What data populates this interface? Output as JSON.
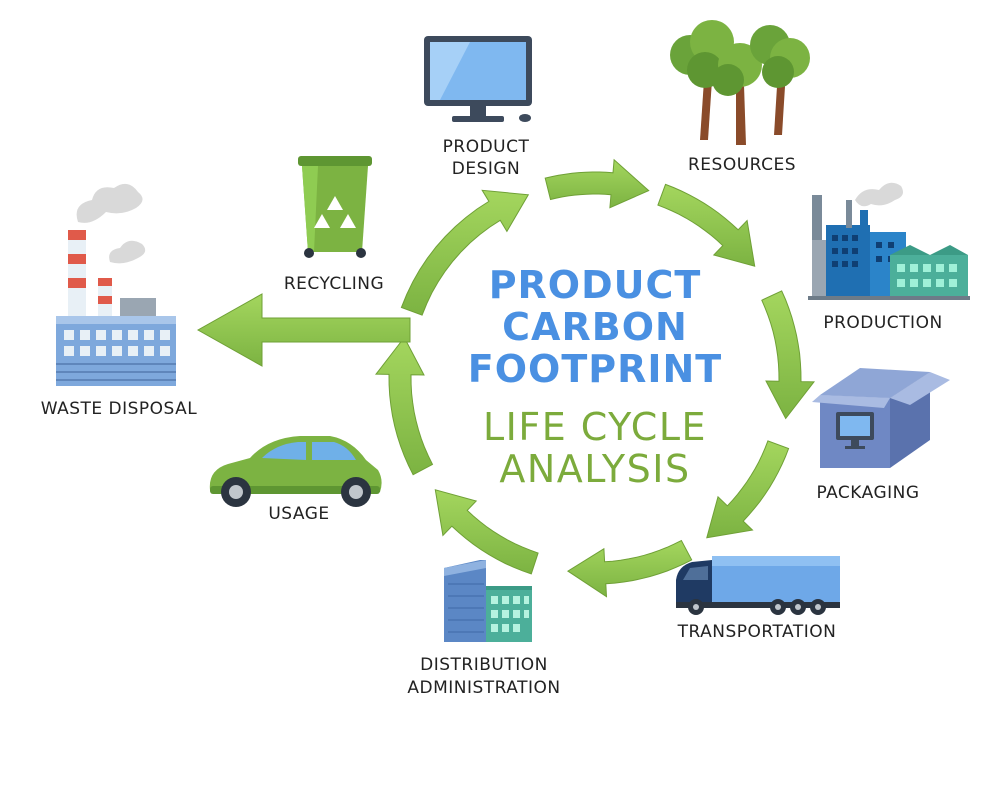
{
  "title": {
    "lines": [
      "PRODUCT",
      "CARBON",
      "FOOTPRINT"
    ],
    "color": "#4a90e2"
  },
  "subtitle": {
    "lines": [
      "LIFE CYCLE",
      "ANALYSIS"
    ],
    "color": "#7cab3c"
  },
  "arrow_color": "#8bc34a",
  "stages": {
    "product_design": [
      "PRODUCT",
      "DESIGN"
    ],
    "resources": [
      "RESOURCES"
    ],
    "production": [
      "PRODUCTION"
    ],
    "packaging": [
      "PACKAGING"
    ],
    "transportation": [
      "TRANSPORTATION"
    ],
    "distribution": [
      "DISTRIBUTION",
      "ADMINISTRATION"
    ],
    "usage": [
      "USAGE"
    ],
    "recycling": [
      "RECYCLING"
    ],
    "waste_disposal": [
      "WASTE DISPOSAL"
    ]
  },
  "icons": {
    "product_design": "computer-monitor-icon",
    "resources": "trees-icon",
    "production": "factory-icon",
    "packaging": "box-icon",
    "transportation": "truck-icon",
    "distribution": "office-building-icon",
    "usage": "car-icon",
    "recycling": "recycle-bin-icon",
    "waste_disposal": "smokestack-plant-icon"
  }
}
